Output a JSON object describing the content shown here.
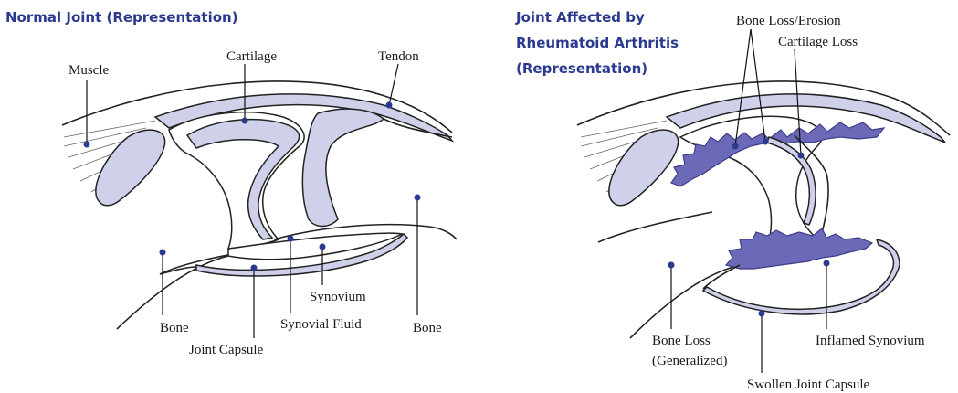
{
  "left_panel": {
    "title": "Normal Joint (Representation)",
    "labels": {
      "muscle": "Muscle",
      "cartilage": "Cartilage",
      "tendon": "Tendon",
      "synovium": "Synovium",
      "bone_left": "Bone",
      "synovial_fluid": "Synovial Fluid",
      "bone_right": "Bone",
      "joint_capsule": "Joint Capsule"
    }
  },
  "right_panel": {
    "title_line1": "Joint Affected by",
    "title_line2": "Rheumatoid Arthritis",
    "title_line3": "(Representation)",
    "labels": {
      "bone_loss_erosion": "Bone Loss/Erosion",
      "cartilage_loss": "Cartilage Loss",
      "bone_loss_generalized_1": "Bone Loss",
      "bone_loss_generalized_2": "(Generalized)",
      "inflamed_synovium": "Inflamed Synovium",
      "swollen_joint_capsule": "Swollen Joint Capsule"
    }
  },
  "colors": {
    "title": "#2b3a8f",
    "tissue": "#cfd0ea",
    "inflamed": "#6b69b8",
    "dot": "#2b3a8f"
  }
}
